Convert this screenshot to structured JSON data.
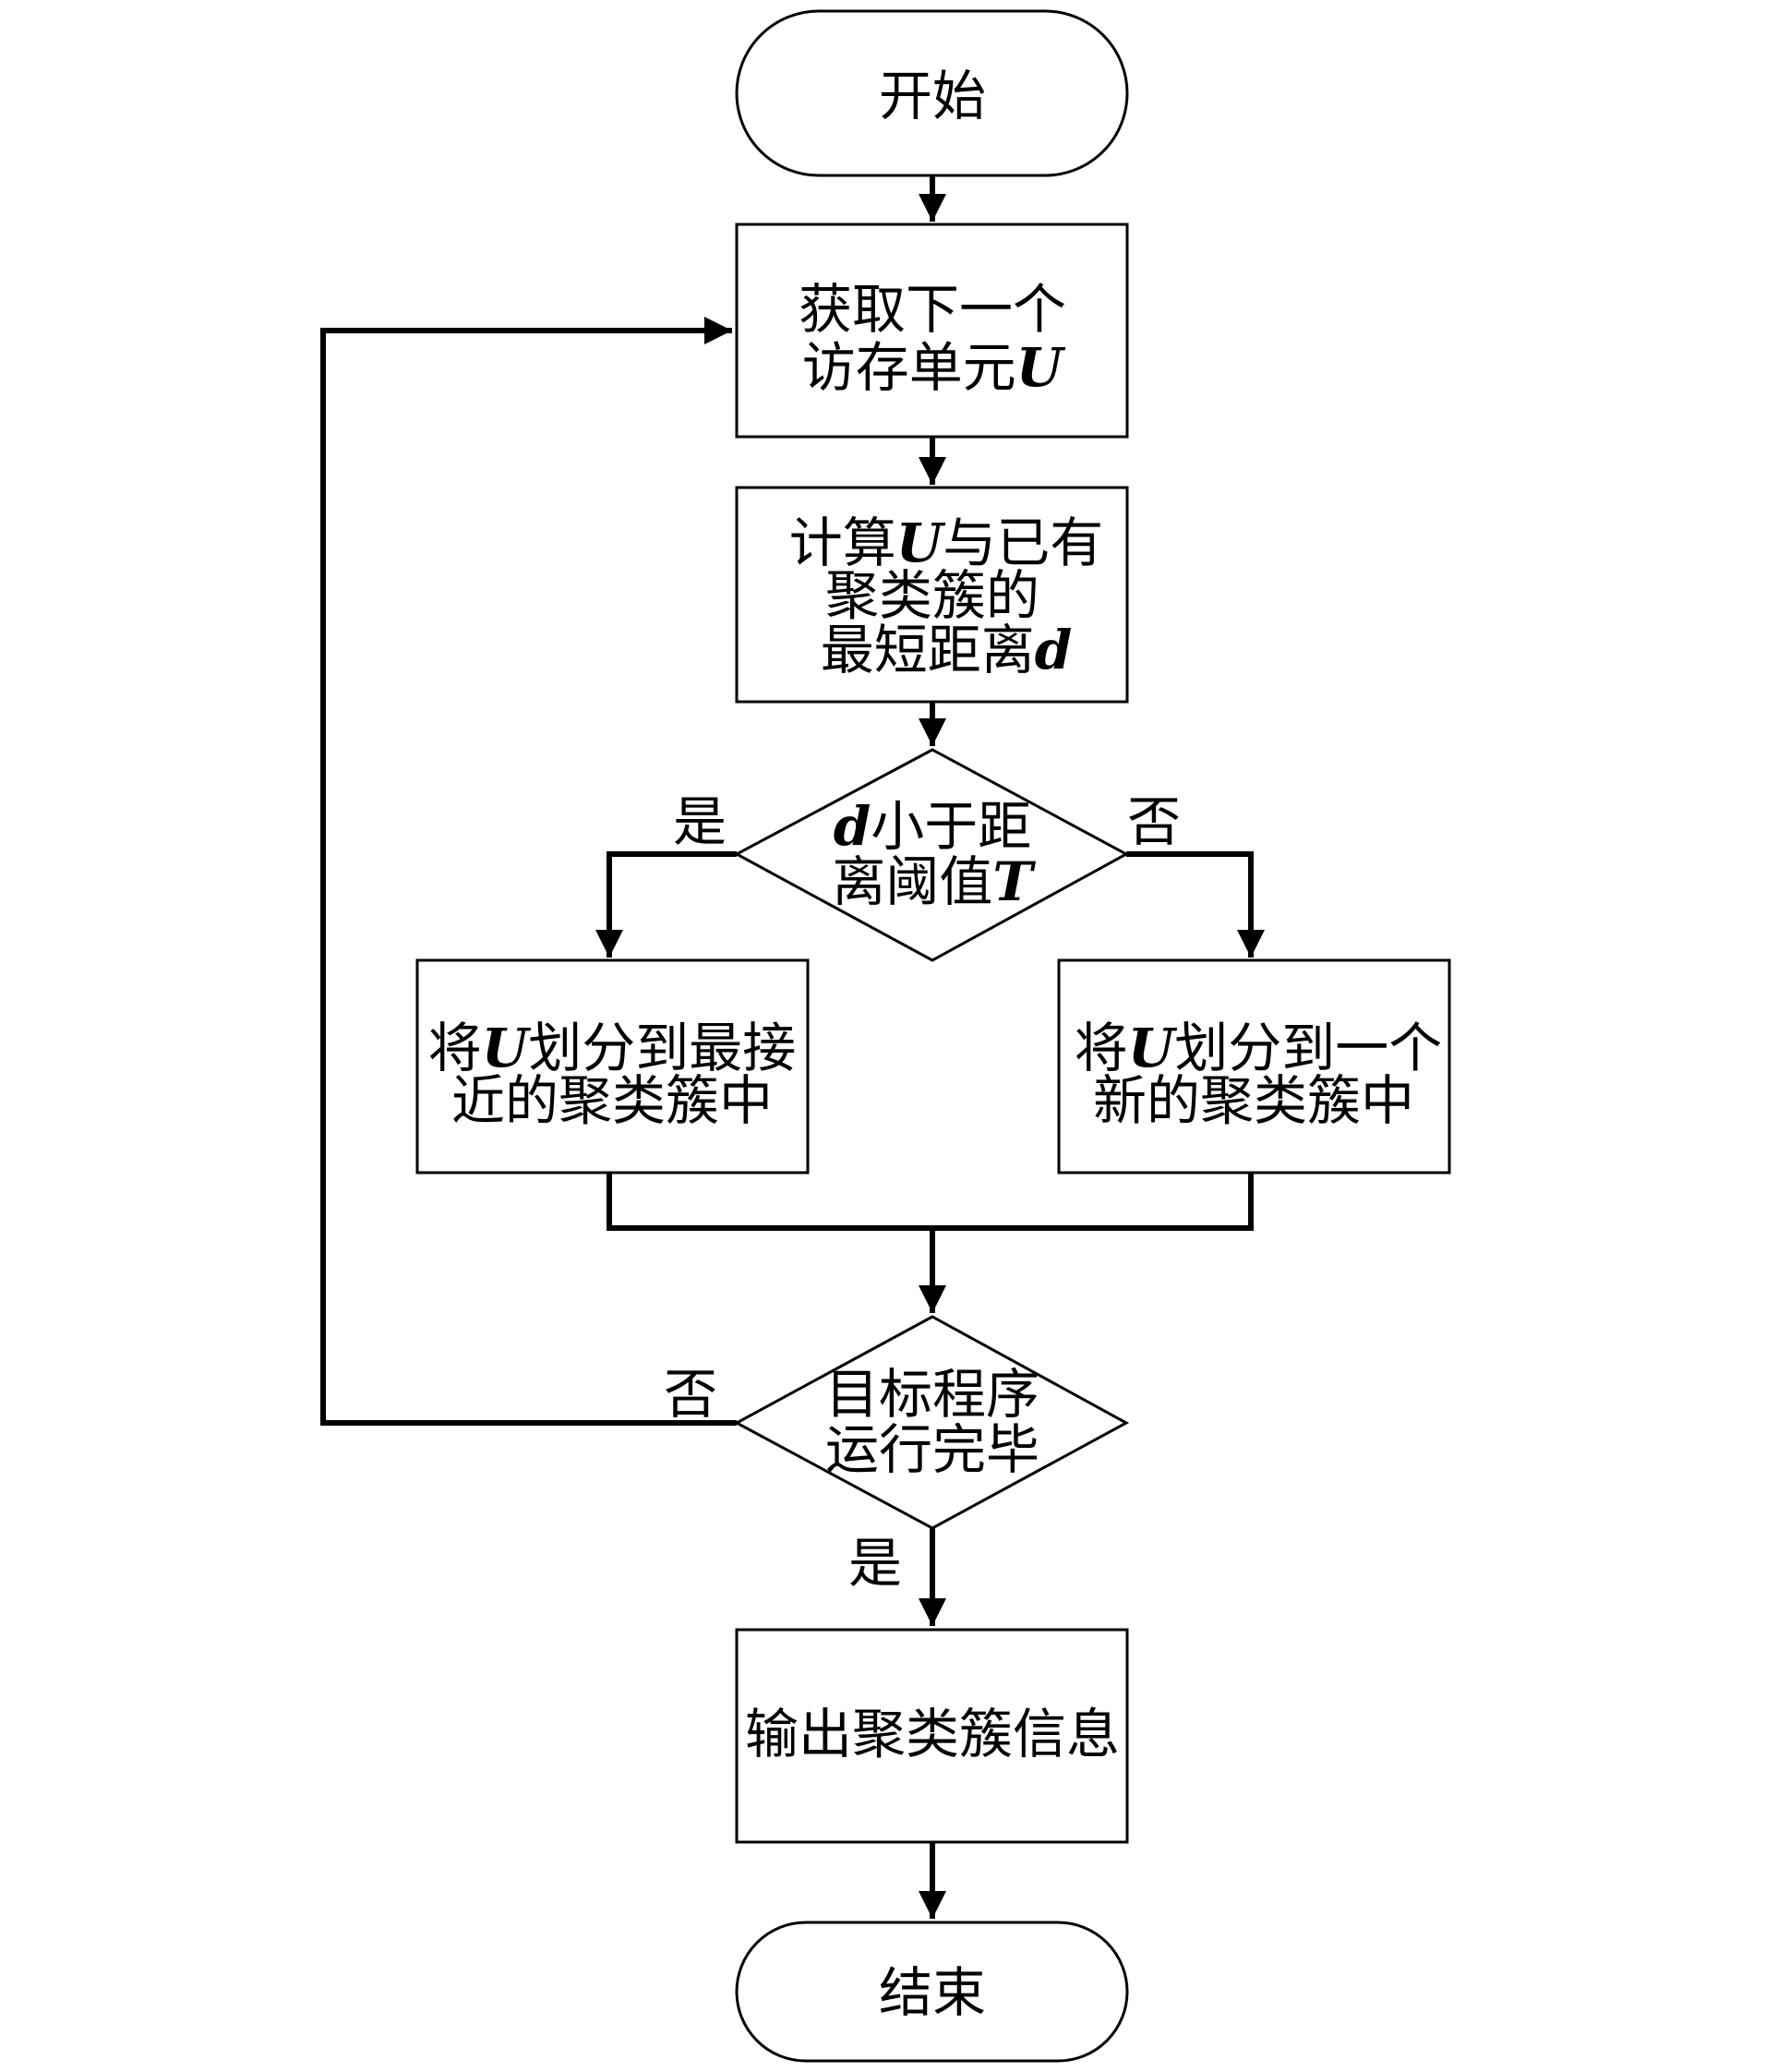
{
  "nodes": {
    "start": {
      "text": "开始"
    },
    "fetch": {
      "line1": "获取下一个",
      "line2_prefix": "访存单元",
      "line2_var": "U"
    },
    "compute": {
      "line1_prefix": "计算",
      "line1_var": "U",
      "line1_suffix": "与已有",
      "line2": "聚类簇的",
      "line3_prefix": "最短距离",
      "line3_var": "d"
    },
    "decision1": {
      "line1_var": "d",
      "line1_suffix": "小于距",
      "line2_prefix": "离阈值",
      "line2_var": "T"
    },
    "assign_nearest": {
      "line1_prefix": "将",
      "line1_var": "U",
      "line1_suffix": "划分到最接",
      "line2": "近的聚类簇中"
    },
    "assign_new": {
      "line1_prefix": "将",
      "line1_var": "U",
      "line1_suffix": "划分到一个",
      "line2": "新的聚类簇中"
    },
    "decision2": {
      "line1": "目标程序",
      "line2": "运行完毕"
    },
    "output": {
      "text": "输出聚类簇信息"
    },
    "end": {
      "text": "结束"
    }
  },
  "edge_labels": {
    "decision1_yes": "是",
    "decision1_no": "否",
    "decision2_no": "否",
    "decision2_yes": "是"
  }
}
